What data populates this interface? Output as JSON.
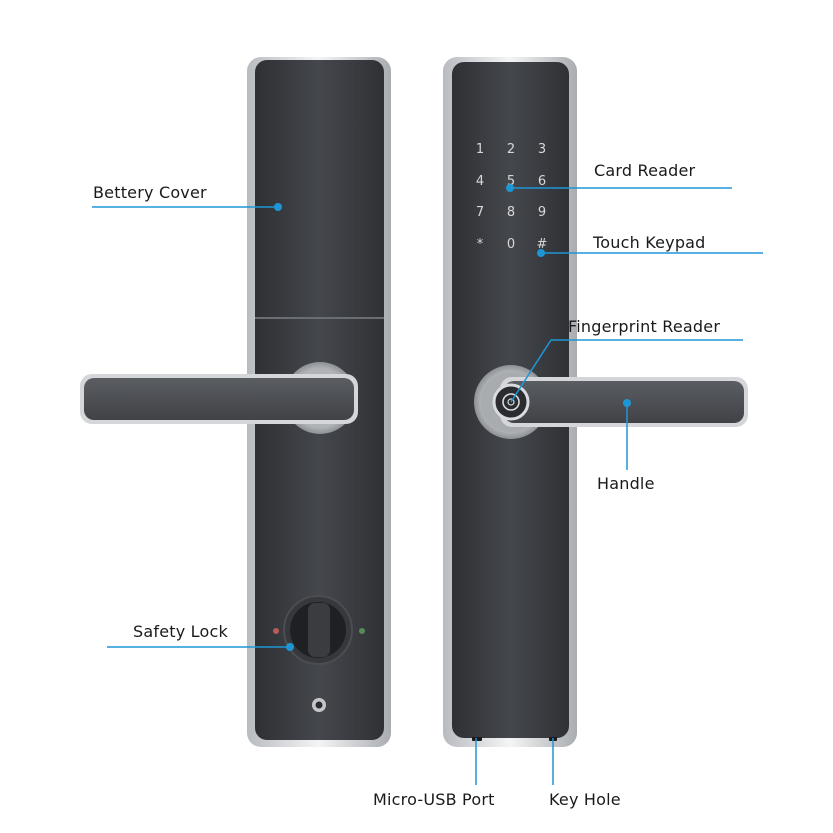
{
  "labels": {
    "battery_cover": "Bettery Cover",
    "safety_lock": "Safety Lock",
    "card_reader": "Card Reader",
    "touch_keypad": "Touch Keypad",
    "fingerprint_reader": "Fingerprint Reader",
    "handle": "Handle",
    "micro_usb_port": "Micro-USB Port",
    "key_hole": "Key Hole"
  },
  "keypad": [
    "1",
    "2",
    "3",
    "4",
    "5",
    "6",
    "7",
    "8",
    "9",
    "*",
    "0",
    "#"
  ],
  "colors": {
    "callout": "#1e96d6",
    "body_dark": "#3c3e42",
    "body_edge": "#c9cbce",
    "handle_dark": "#505257",
    "keypad_text": "#d8d8d8"
  }
}
